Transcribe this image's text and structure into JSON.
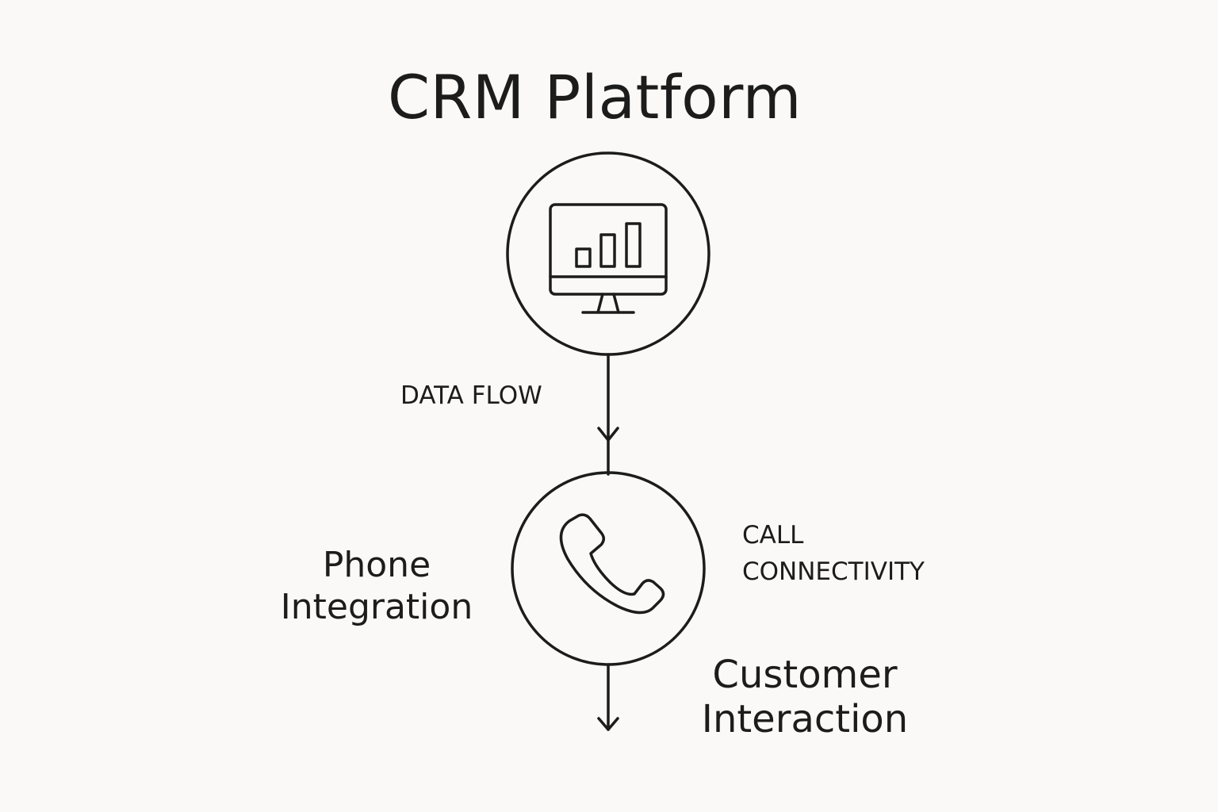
{
  "diagram": {
    "title": "CRM Platform",
    "edge_label": "DATA FLOW",
    "call_label": [
      "CALL",
      "CONNECTIVITY"
    ],
    "phone_label": [
      "Phone",
      "Integration"
    ],
    "customer_label": [
      "Customer",
      "Interaction"
    ],
    "nodes": [
      {
        "id": "crm",
        "icon": "monitor-chart-icon"
      },
      {
        "id": "phone",
        "icon": "phone-handset-icon"
      }
    ],
    "colors": {
      "background": "#faf9f7",
      "stroke": "#1c1c1c",
      "text": "#1c1c1c"
    }
  }
}
